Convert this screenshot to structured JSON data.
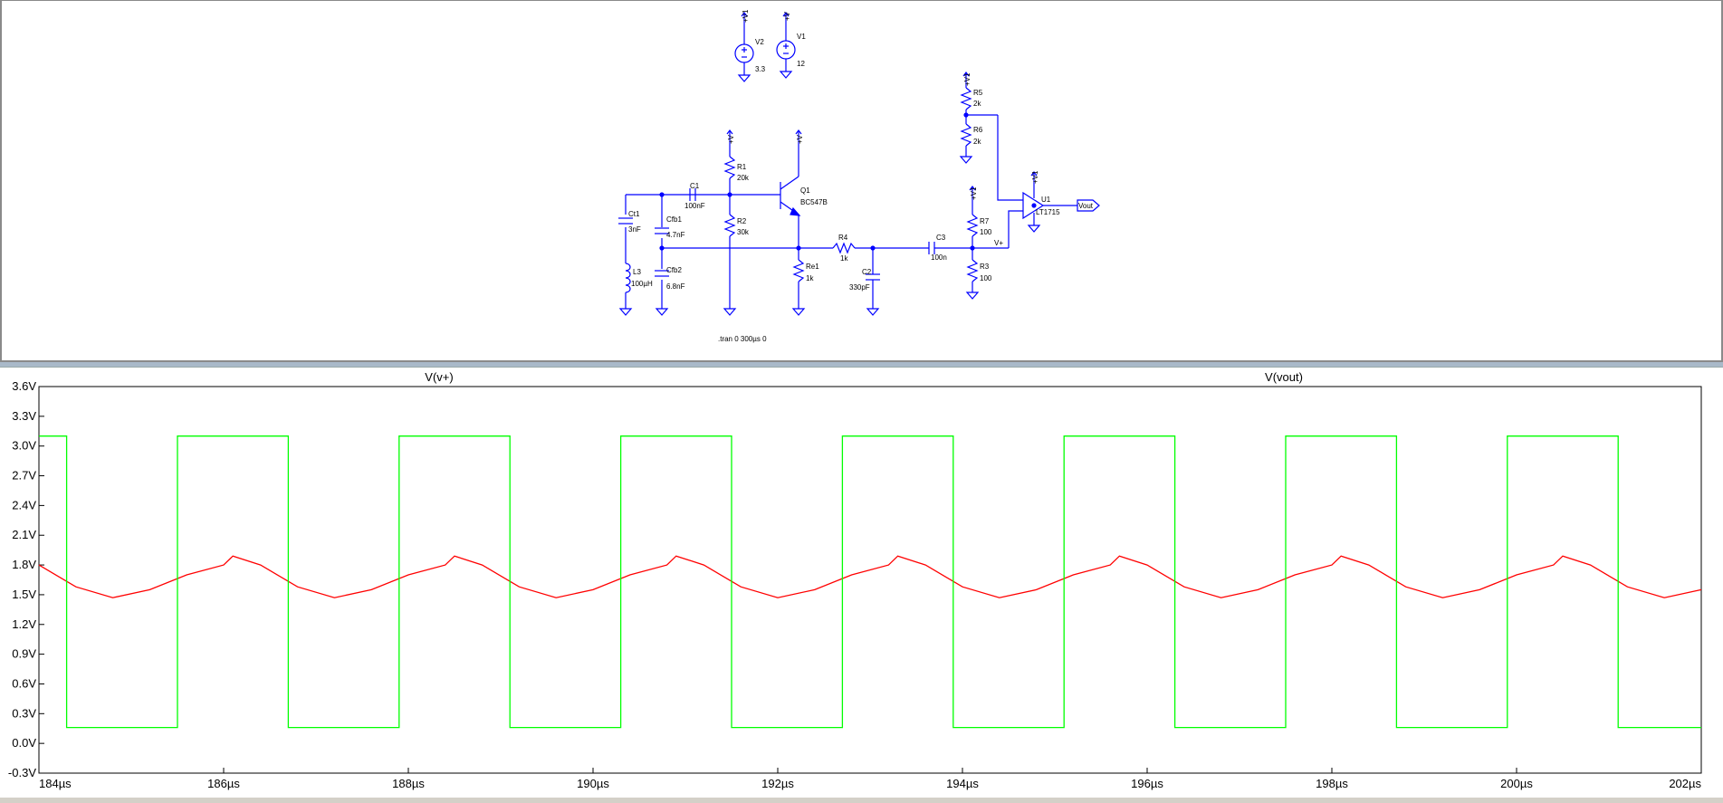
{
  "schematic": {
    "components": {
      "V2": {
        "ref": "V2",
        "value": "3.3",
        "node": "+V1"
      },
      "V1": {
        "ref": "V1",
        "value": "12",
        "node": "+V"
      },
      "R1": {
        "ref": "R1",
        "value": "20k",
        "node": "+V"
      },
      "R2": {
        "ref": "R2",
        "value": "30k"
      },
      "C1": {
        "ref": "C1",
        "value": "100nF"
      },
      "Q1": {
        "ref": "Q1",
        "value": "BC547B",
        "node": "+V"
      },
      "Ct1": {
        "ref": "Ct1",
        "value": "3nF"
      },
      "Cfb1": {
        "ref": "Cfb1",
        "value": "4.7nF"
      },
      "Cfb2": {
        "ref": "Cfb2",
        "value": "6.8nF"
      },
      "L3": {
        "ref": "L3",
        "value": "100µH"
      },
      "Re1": {
        "ref": "Re1",
        "value": "1k"
      },
      "R4": {
        "ref": "R4",
        "value": "1k"
      },
      "C2": {
        "ref": "C2",
        "value": "330pF"
      },
      "C3": {
        "ref": "C3",
        "value": "100n"
      },
      "R5": {
        "ref": "R5",
        "value": "2k",
        "node": "+V1"
      },
      "R6": {
        "ref": "R6",
        "value": "2k"
      },
      "R7": {
        "ref": "R7",
        "value": "100",
        "node": "+V1"
      },
      "R3": {
        "ref": "R3",
        "value": "100"
      },
      "U1": {
        "ref": "U1",
        "value": "LT1715",
        "node": "+V1"
      }
    },
    "net_labels": {
      "vplus": "V+",
      "vout": "Vout"
    },
    "directive": ".tran 0 300µs 0",
    "wire_color": "#0000ff",
    "text_color": "#000000"
  },
  "chart_data": {
    "type": "line",
    "xunit": "µs",
    "xlim": [
      184,
      202
    ],
    "ylim": [
      -0.3,
      3.6
    ],
    "x_ticks": [
      "184µs",
      "186µs",
      "188µs",
      "190µs",
      "192µs",
      "194µs",
      "196µs",
      "198µs",
      "200µs",
      "202µs"
    ],
    "y_ticks": [
      "3.6V",
      "3.3V",
      "3.0V",
      "2.7V",
      "2.4V",
      "2.1V",
      "1.8V",
      "1.5V",
      "1.2V",
      "0.9V",
      "0.6V",
      "0.3V",
      "0.0V",
      "-0.3V"
    ],
    "grid": false,
    "series": [
      {
        "name": "V(v+)",
        "color": "#ff0000",
        "x": [
          184.0,
          184.4,
          184.8,
          185.2,
          185.6,
          186.0,
          186.1,
          186.4,
          186.8,
          187.2,
          187.6,
          188.0,
          188.4,
          188.5,
          188.8,
          189.2,
          189.6,
          190.0,
          190.4,
          190.8,
          190.9,
          191.2,
          191.6,
          192.0,
          192.4,
          192.8,
          193.2,
          193.3,
          193.6,
          194.0,
          194.4,
          194.8,
          195.2,
          195.6,
          195.7,
          196.0,
          196.4,
          196.8,
          197.2,
          197.6,
          198.0,
          198.1,
          198.4,
          198.8,
          199.2,
          199.6,
          200.0,
          200.4,
          200.5,
          200.8,
          201.2,
          201.6,
          202.0
        ],
        "y": [
          1.8,
          1.58,
          1.47,
          1.55,
          1.7,
          1.8,
          1.89,
          1.8,
          1.58,
          1.47,
          1.55,
          1.7,
          1.8,
          1.89,
          1.8,
          1.58,
          1.47,
          1.55,
          1.7,
          1.8,
          1.89,
          1.8,
          1.58,
          1.47,
          1.55,
          1.7,
          1.8,
          1.89,
          1.8,
          1.58,
          1.47,
          1.55,
          1.7,
          1.8,
          1.89,
          1.8,
          1.58,
          1.47,
          1.55,
          1.7,
          1.8,
          1.89,
          1.8,
          1.58,
          1.47,
          1.55,
          1.7,
          1.8,
          1.89,
          1.8,
          1.58,
          1.47,
          1.55
        ]
      },
      {
        "name": "V(vout)",
        "color": "#00ff00",
        "x": [
          184.0,
          184.3,
          184.3,
          185.5,
          185.5,
          186.7,
          186.7,
          187.9,
          187.9,
          189.1,
          189.1,
          190.3,
          190.3,
          191.5,
          191.5,
          192.7,
          192.7,
          193.9,
          193.9,
          195.1,
          195.1,
          196.3,
          196.3,
          197.5,
          197.5,
          198.7,
          198.7,
          199.9,
          199.9,
          201.1,
          201.1,
          202.0
        ],
        "y": [
          3.1,
          3.1,
          0.16,
          0.16,
          3.1,
          3.1,
          0.16,
          0.16,
          3.1,
          3.1,
          0.16,
          0.16,
          3.1,
          3.1,
          0.16,
          0.16,
          3.1,
          3.1,
          0.16,
          0.16,
          3.1,
          3.1,
          0.16,
          0.16,
          3.1,
          3.1,
          0.16,
          0.16,
          3.1,
          3.1,
          0.16,
          0.16
        ]
      }
    ]
  }
}
